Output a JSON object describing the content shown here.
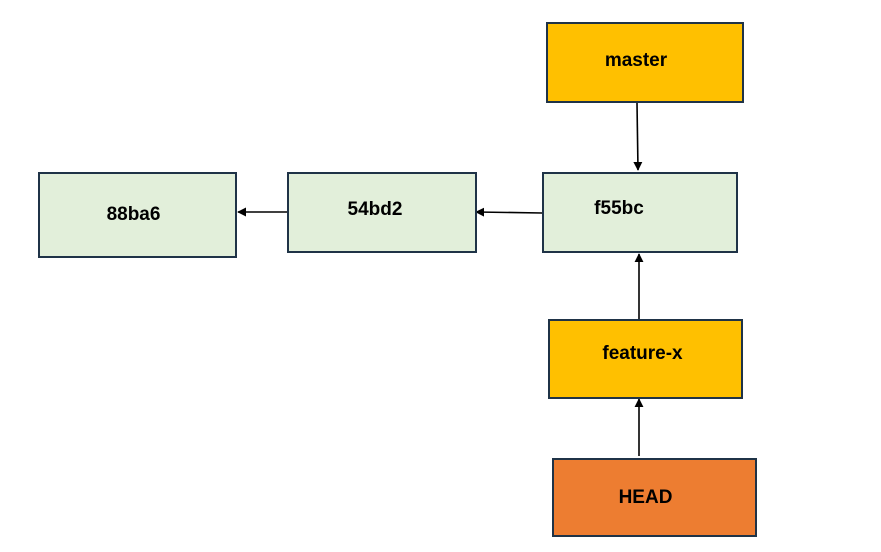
{
  "commits": [
    {
      "id": "88ba6",
      "label": "88ba6"
    },
    {
      "id": "54bd2",
      "label": "54bd2"
    },
    {
      "id": "f55bc",
      "label": "f55bc"
    }
  ],
  "branches": {
    "master": "master",
    "feature": "feature-x"
  },
  "head": "HEAD",
  "colors": {
    "commit_fill": "#e2efda",
    "branch_fill": "#ffc000",
    "head_fill": "#ed7d31",
    "border": "#1f3347",
    "arrow": "#000000"
  }
}
